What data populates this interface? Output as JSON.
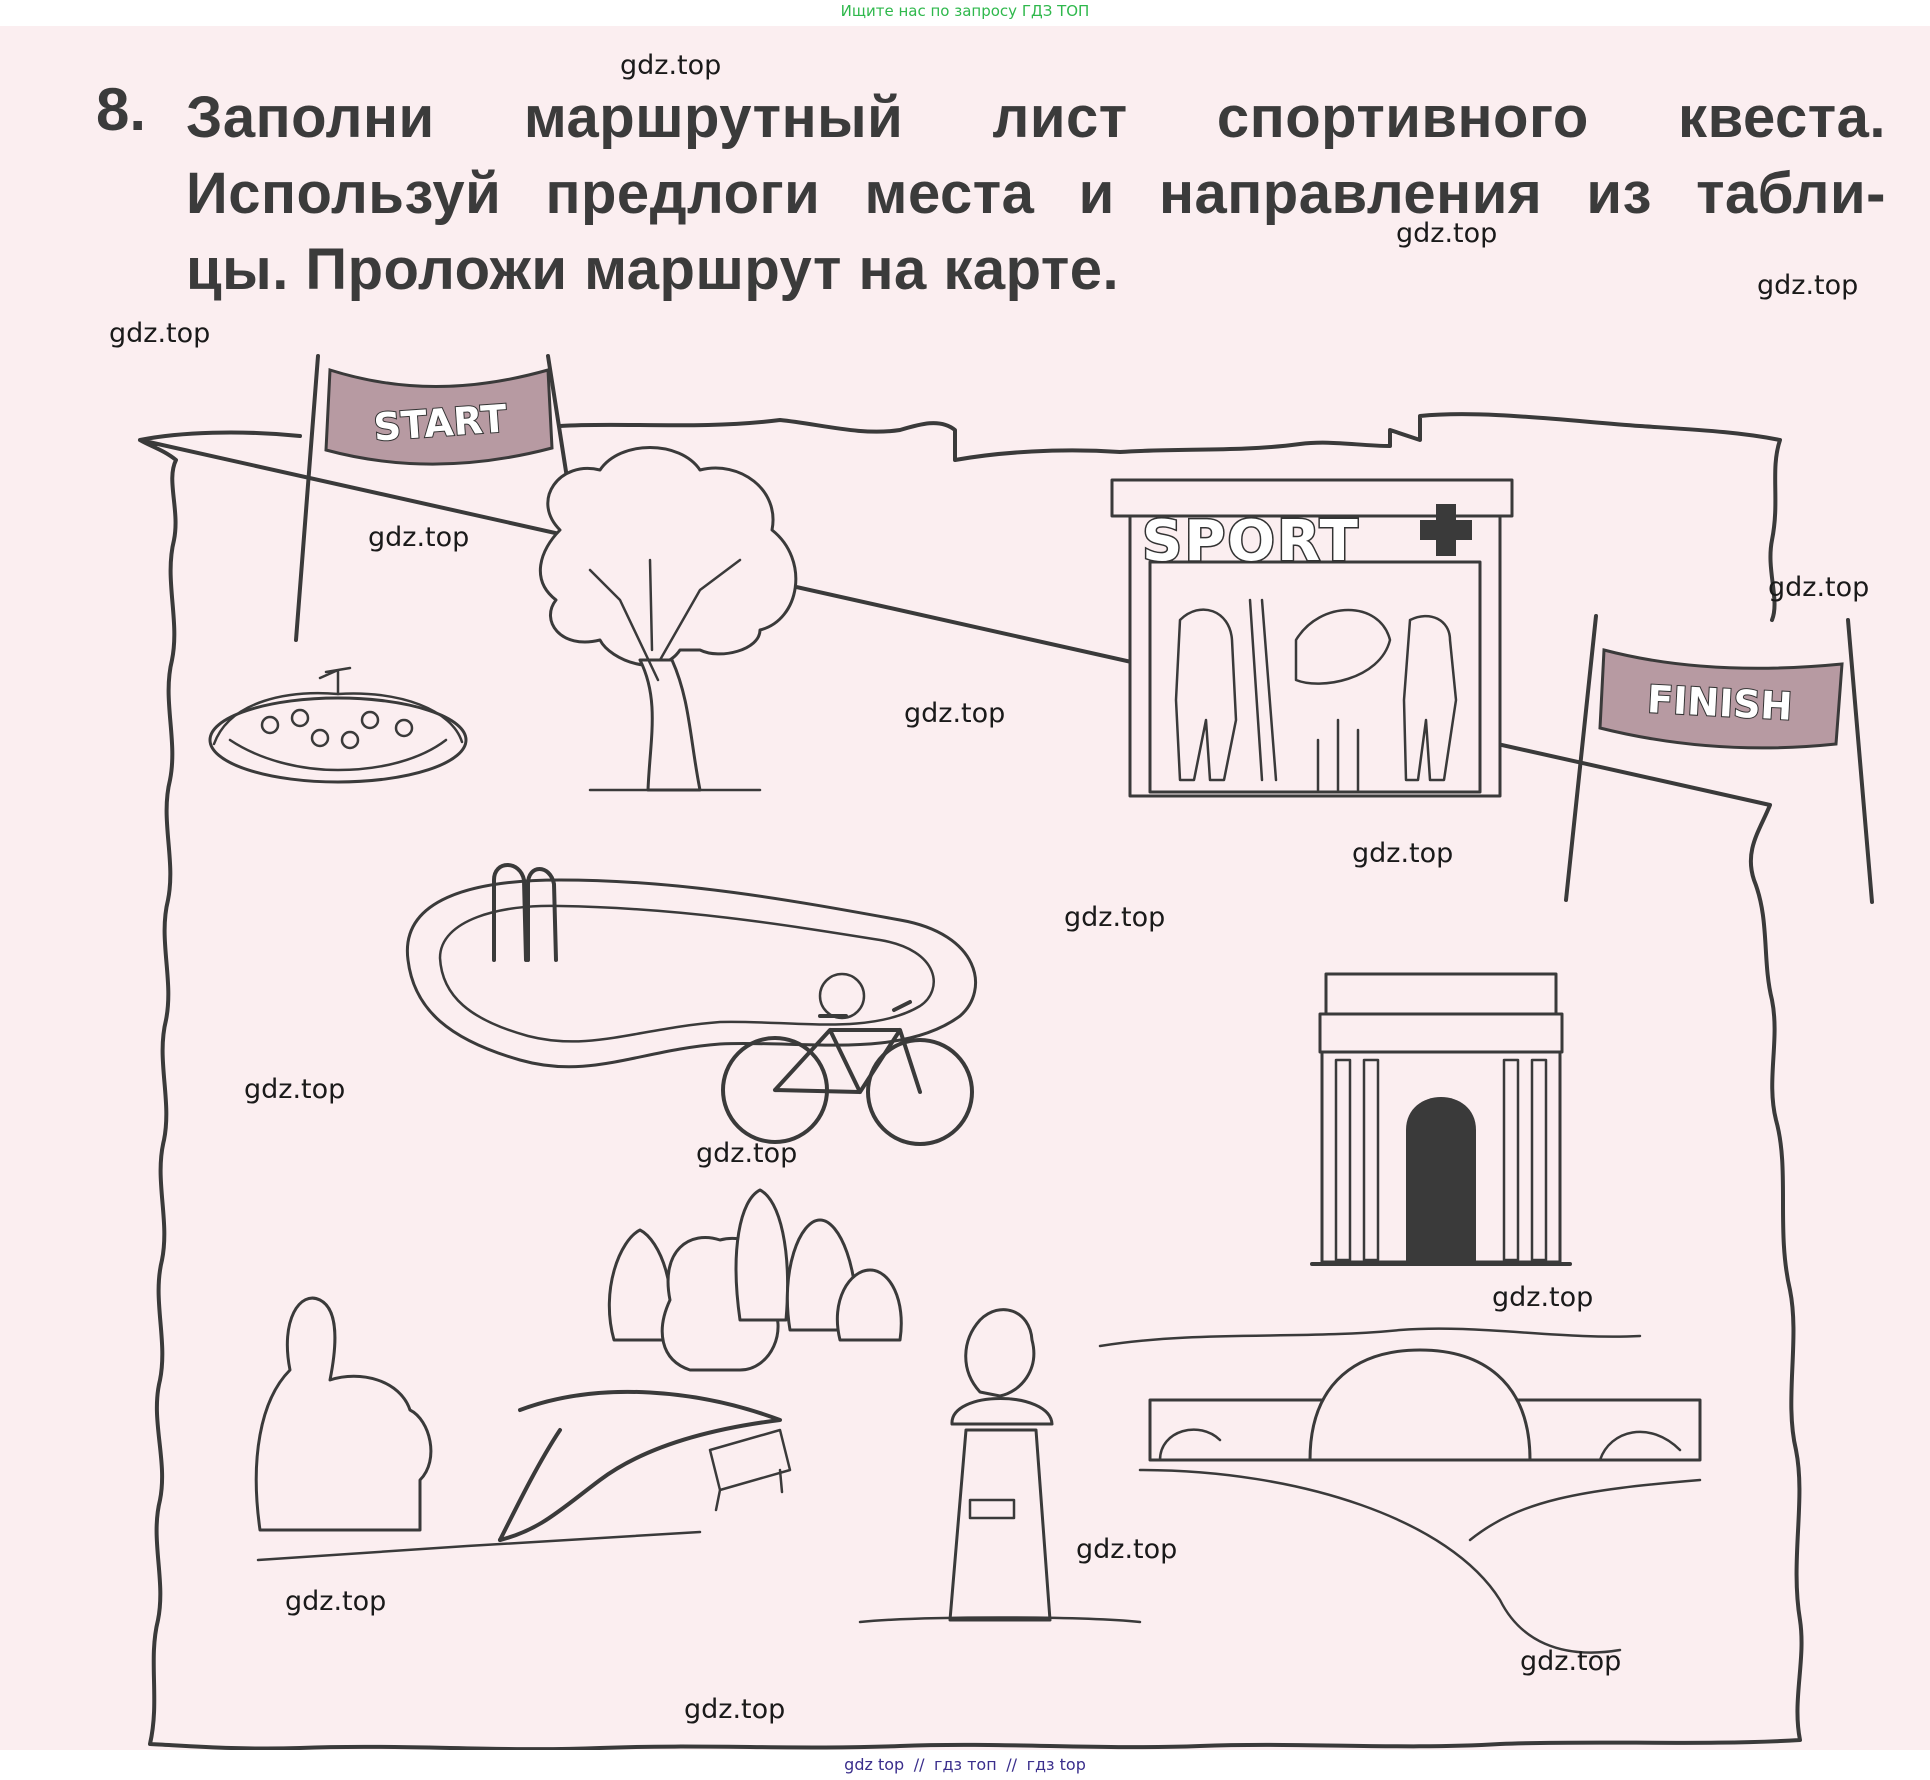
{
  "header": {
    "banner_text": "Ищите нас по запросу ГДЗ ТОП"
  },
  "task": {
    "number": "8.",
    "lines": [
      "Заполни маршрутный лист спортивного квеста.",
      "Используй предлоги места и направления из табли-",
      "цы. Проложи маршрут на карте."
    ]
  },
  "map": {
    "start_label": "START",
    "finish_label": "FINISH",
    "shop_sign": "SPORT"
  },
  "watermark_text": "gdz.top",
  "footer": {
    "links": [
      "gdz top",
      "гдз топ",
      "гдз top"
    ],
    "separator": "//"
  },
  "colors": {
    "page_background": "#fbeef0",
    "text": "#3b3b3b",
    "banner_green": "#2fb84c",
    "footer_link": "#3a2e8c"
  }
}
